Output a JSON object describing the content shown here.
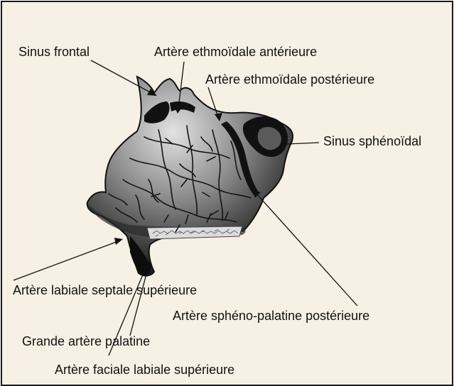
{
  "labels": {
    "sinus_frontal": "Sinus frontal",
    "artere_ethmoidale_anterieure": "Artère ethmoïdale antérieure",
    "artere_ethmoidale_posterieure": "Artère ethmoïdale postérieure",
    "sinus_sphenoidal": "Sinus sphénoïdal",
    "artere_labiale_septale_superieure": "Artère labiale septale supérieure",
    "artere_spheno_palatine_posterieure": "Artère sphéno-palatine postérieure",
    "grande_artere_palatine": "Grande artère palatine",
    "artere_faciale_labiale_superieure": "Artère faciale labiale supérieure"
  },
  "colors": {
    "background": "#f7f0e4",
    "border": "#1a1a1a",
    "septum_light": "#d8d8d8",
    "septum_dark": "#111111"
  }
}
